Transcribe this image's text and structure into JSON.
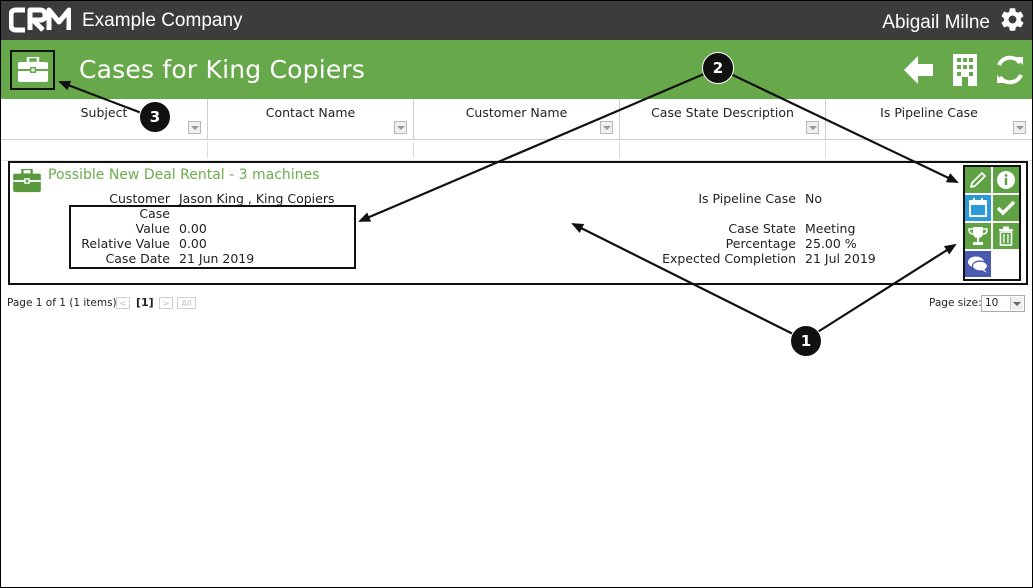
{
  "topbar": {
    "logo_text": "CRM",
    "company": "Example Company",
    "user": "Abigail Milne",
    "settings_icon": "gear-icon"
  },
  "header": {
    "title": "Cases for King Copiers",
    "icon": "briefcase-icon",
    "actions": [
      "back-arrow-icon",
      "building-icon",
      "refresh-icon"
    ],
    "bg_color": "#67a84b"
  },
  "grid": {
    "columns": [
      {
        "label": "Subject"
      },
      {
        "label": "Contact Name"
      },
      {
        "label": "Customer Name"
      },
      {
        "label": "Case State Description"
      },
      {
        "label": "Is Pipeline Case"
      }
    ]
  },
  "record": {
    "title": "Possible New Deal Rental - 3 machines",
    "left_fields": [
      {
        "label": "Customer",
        "value": "Jason King , King Copiers"
      },
      {
        "label": "Case",
        "value": ""
      },
      {
        "label": "Value",
        "value": "0.00"
      },
      {
        "label": "Relative Value",
        "value": "0.00"
      },
      {
        "label": "Case Date",
        "value": "21 Jun 2019"
      }
    ],
    "right_fields": [
      {
        "label": "Is Pipeline Case",
        "value": "No"
      },
      {
        "label": "Case State",
        "value": "Meeting"
      },
      {
        "label": "Percentage",
        "value": "25.00 %"
      },
      {
        "label": "Expected Completion",
        "value": "21 Jul 2019"
      }
    ],
    "actions": [
      "edit-icon",
      "info-icon",
      "calendar-icon",
      "checkmark-icon",
      "trophy-icon",
      "trash-icon",
      "chat-icon"
    ]
  },
  "pager": {
    "summary": "Page 1 of 1 (1 items)",
    "prev": "<",
    "current": "[1]",
    "next": ">",
    "all": "All",
    "page_size_label": "Page size:",
    "page_size": "10"
  },
  "annotations": {
    "badge_1": "1",
    "badge_2": "2",
    "badge_3": "3"
  }
}
